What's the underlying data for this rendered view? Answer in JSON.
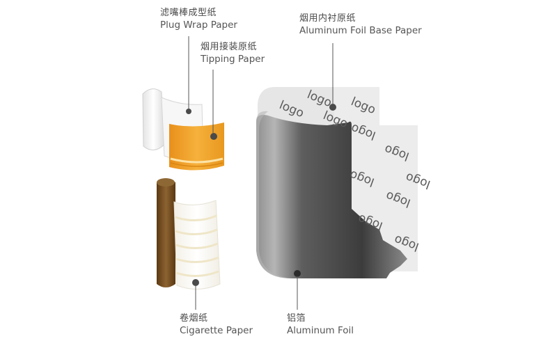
{
  "labels": {
    "plug_wrap": {
      "cn": "滤嘴棒成型纸",
      "en": "Plug Wrap Paper"
    },
    "tipping": {
      "cn": "烟用接装原纸",
      "en": "Tipping Paper"
    },
    "base_paper": {
      "cn": "烟用内衬原纸",
      "en": "Aluminum Foil Base Paper"
    },
    "cigarette": {
      "cn": "卷烟纸",
      "en": "Cigarette Paper"
    },
    "foil": {
      "cn": "铝箔",
      "en": "Aluminum Foil"
    }
  },
  "logo_text": "logo",
  "colors": {
    "tipping_orange": "#f0a52a",
    "foil_dark": "#4a4a4a",
    "foil_light": "#9a9a9a",
    "base_paper": "#ededed",
    "cigarette_brown": "#7a4f1e",
    "leader_line": "#555555"
  }
}
